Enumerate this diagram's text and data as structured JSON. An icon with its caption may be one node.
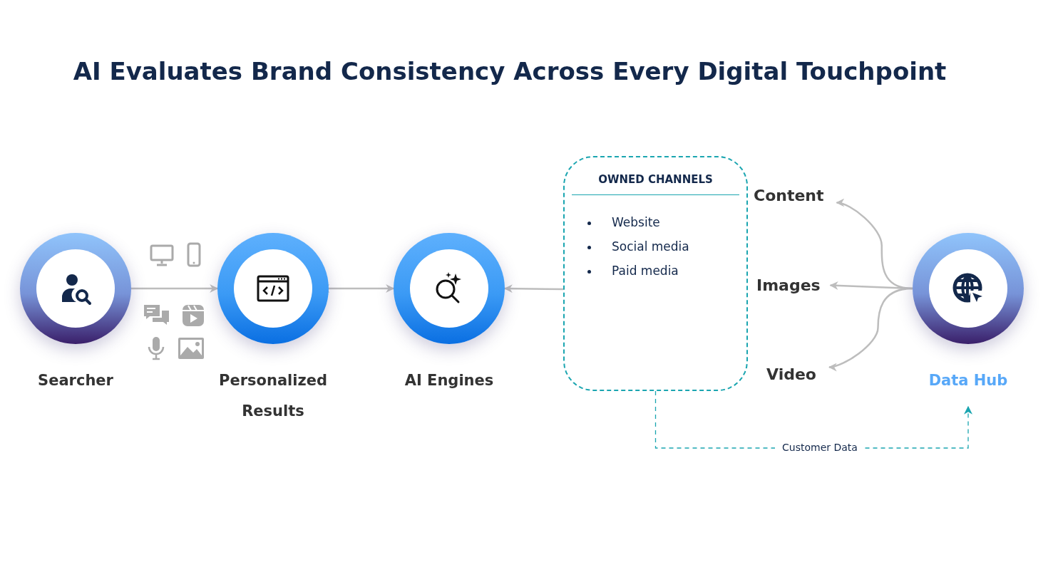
{
  "diagram": {
    "title": "AI Evaluates Brand Consistency Across Every Digital Touchpoint",
    "nodes": [
      {
        "text": [
          "Searcher"
        ]
      },
      {
        "text": [
          "Personalized Results"
        ]
      },
      {
        "text": [
          "AI Engines"
        ]
      },
      {
        "text": [
          "OWNED CHANNELS",
          "Website",
          "Social media",
          "Paid media"
        ]
      },
      {
        "text": [
          "Content"
        ]
      },
      {
        "text": [
          "Images"
        ]
      },
      {
        "text": [
          "Video"
        ]
      },
      {
        "text": [
          "Data Hub"
        ]
      }
    ],
    "edges": [
      {
        "from": 0,
        "to": 1,
        "arrow": "to"
      },
      {
        "from": 1,
        "to": 2,
        "arrow": "both"
      },
      {
        "from": 3,
        "to": 2,
        "arrow": "to"
      },
      {
        "from": 7,
        "to": 4,
        "arrow": "to"
      },
      {
        "from": 7,
        "to": 5,
        "arrow": "to"
      },
      {
        "from": 7,
        "to": 6,
        "arrow": "to"
      },
      {
        "from": 3,
        "to": 7,
        "arrow": "to",
        "label": "Customer Data",
        "style": "dashed",
        "color": "#1aa5b0"
      }
    ]
  }
}
